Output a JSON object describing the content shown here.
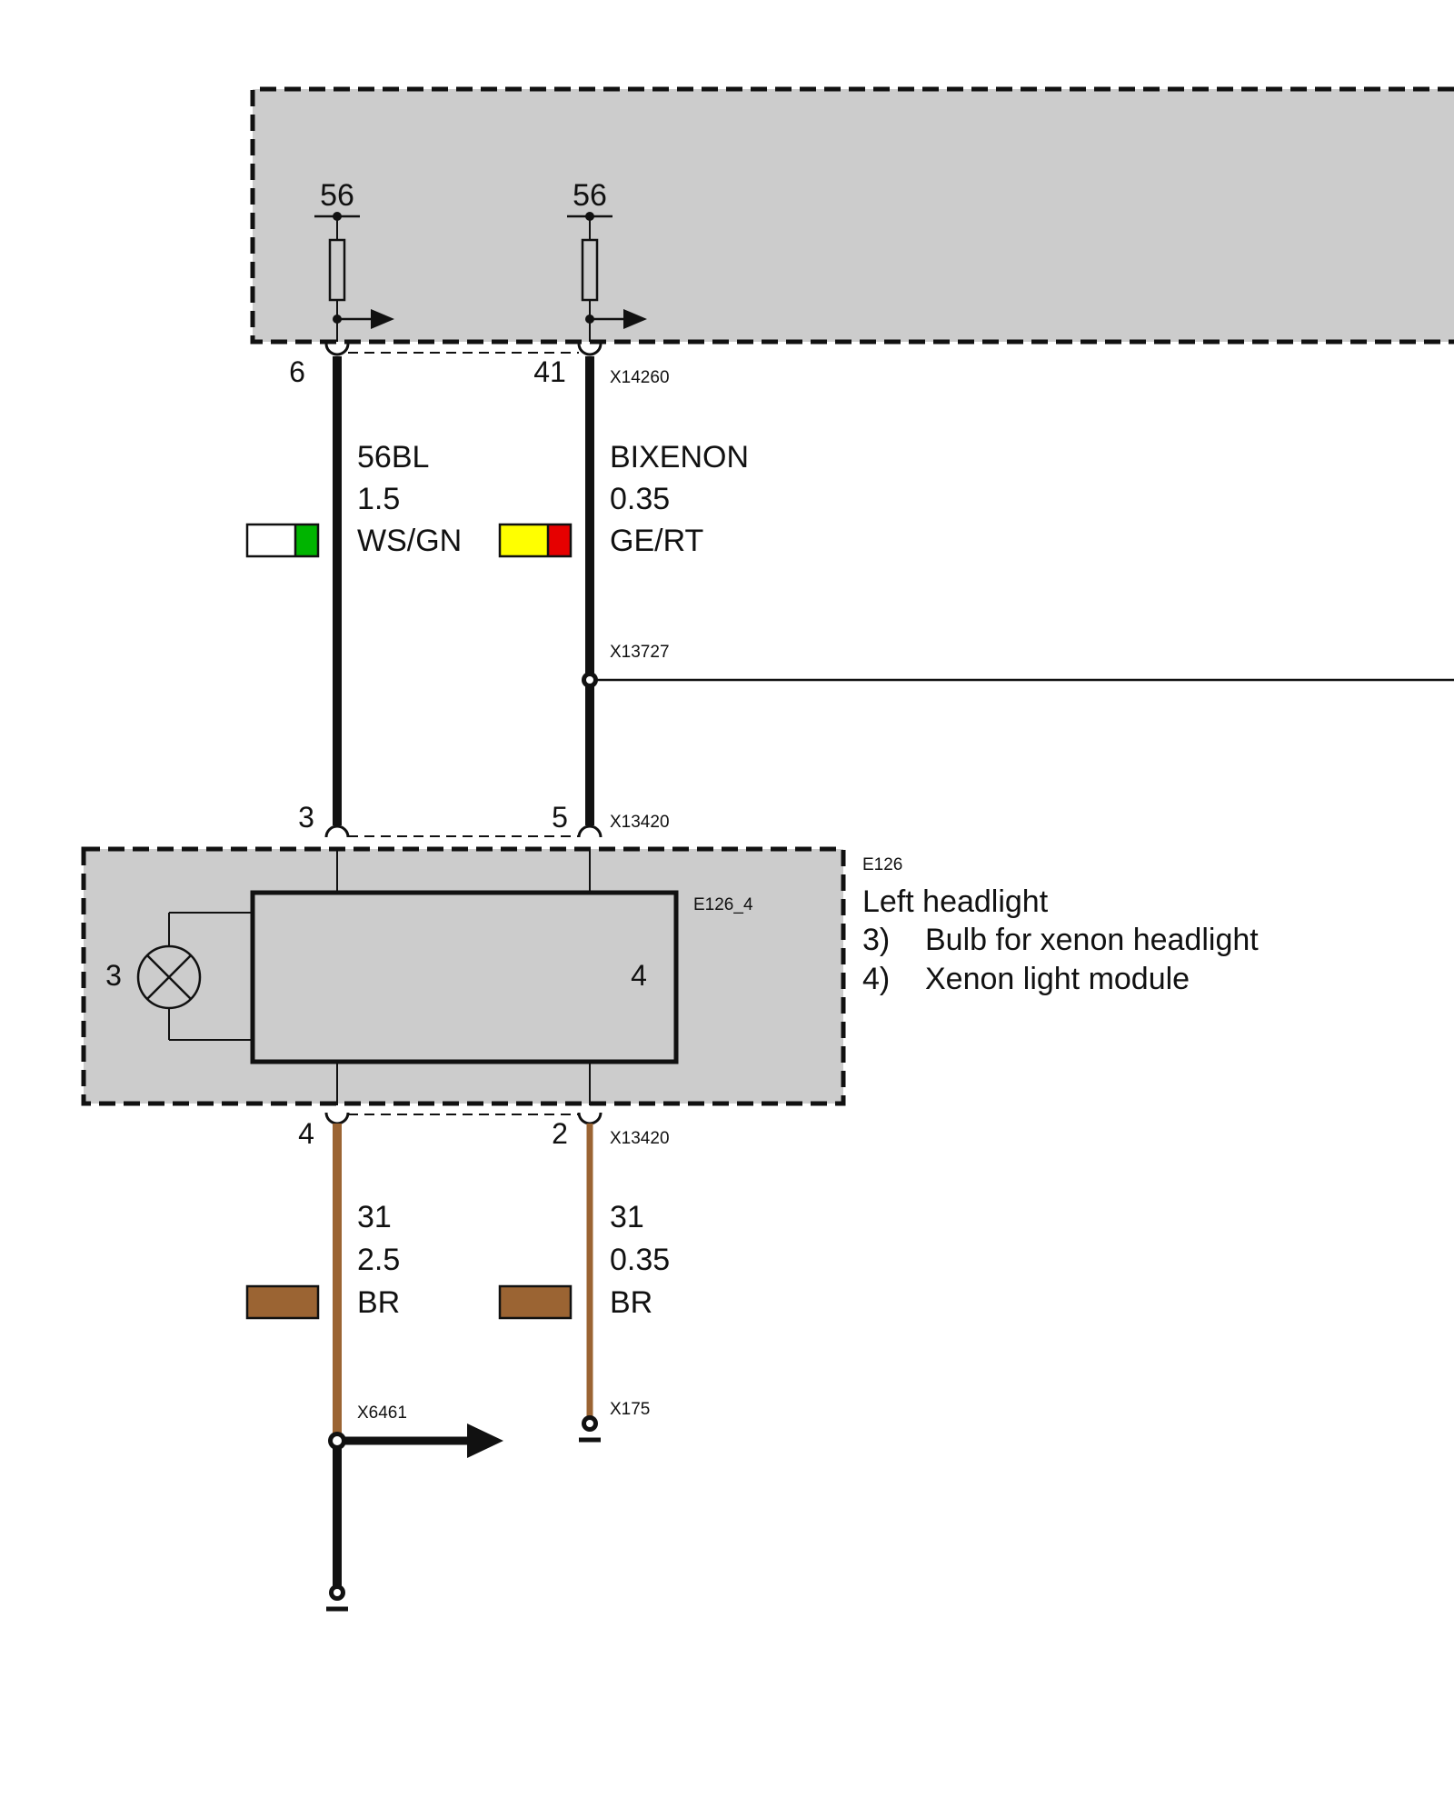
{
  "control_unit": {
    "terminals": [
      "56",
      "56"
    ]
  },
  "wires_top": [
    {
      "pin_unit": "6",
      "pin_headlight": "3",
      "name": "56BL",
      "gauge": "1.5",
      "color_code": "WS/GN",
      "swatch": [
        "#ffffff",
        "#00b400"
      ]
    },
    {
      "pin_unit": "41",
      "pin_headlight": "5",
      "name": "BIXENON",
      "gauge": "0.35",
      "color_code": "GE/RT",
      "swatch": [
        "#ffff00",
        "#e60000"
      ]
    }
  ],
  "connectors": {
    "unit": "X14260",
    "splice": "X13727",
    "headlight_top": "X13420",
    "headlight_bottom": "X13420",
    "ground_left": "X6461",
    "ground_right": "X175"
  },
  "headlight": {
    "id": "E126",
    "module_id": "E126_4",
    "bulb_number": "3",
    "module_number": "4",
    "title": "Left headlight",
    "items": [
      {
        "num": "3)",
        "text": "Bulb for xenon headlight"
      },
      {
        "num": "4)",
        "text": "Xenon light module"
      }
    ]
  },
  "wires_bottom": [
    {
      "pin": "4",
      "name": "31",
      "gauge": "2.5",
      "color_code": "BR",
      "swatch": "#9b6433"
    },
    {
      "pin": "2",
      "name": "31",
      "gauge": "0.35",
      "color_code": "BR",
      "swatch": "#9b6433"
    }
  ],
  "colors": {
    "component_fill": "#cccccc",
    "wire_black": "#111111",
    "wire_brown": "#9b6433"
  }
}
